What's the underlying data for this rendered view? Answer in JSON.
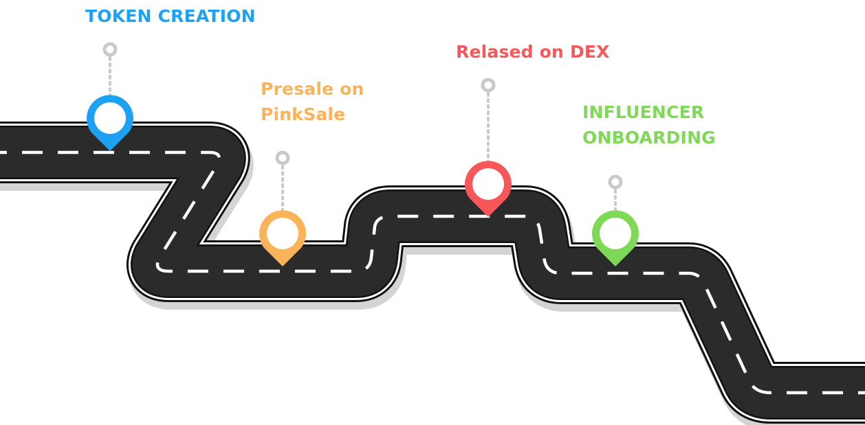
{
  "colors": {
    "road": "#2b2b2b",
    "road_edge": "#ffffff",
    "road_outline": "#111111",
    "road_shadow": "#d4d4d4",
    "lane_dash": "#ffffff",
    "pin_stem": "#c9c9c9"
  },
  "milestones": [
    {
      "label": "TOKEN CREATION",
      "color": "#1da1f2",
      "icon": "location-pin-icon"
    },
    {
      "label": "Presale on\nPinkSale",
      "color": "#fbb35a",
      "icon": "location-pin-icon"
    },
    {
      "label": "Relased on DEX",
      "color": "#f7575a",
      "icon": "location-pin-icon"
    },
    {
      "label": "INFLUENCER\nONBOARDING",
      "color": "#7ed957",
      "icon": "location-pin-icon"
    }
  ]
}
